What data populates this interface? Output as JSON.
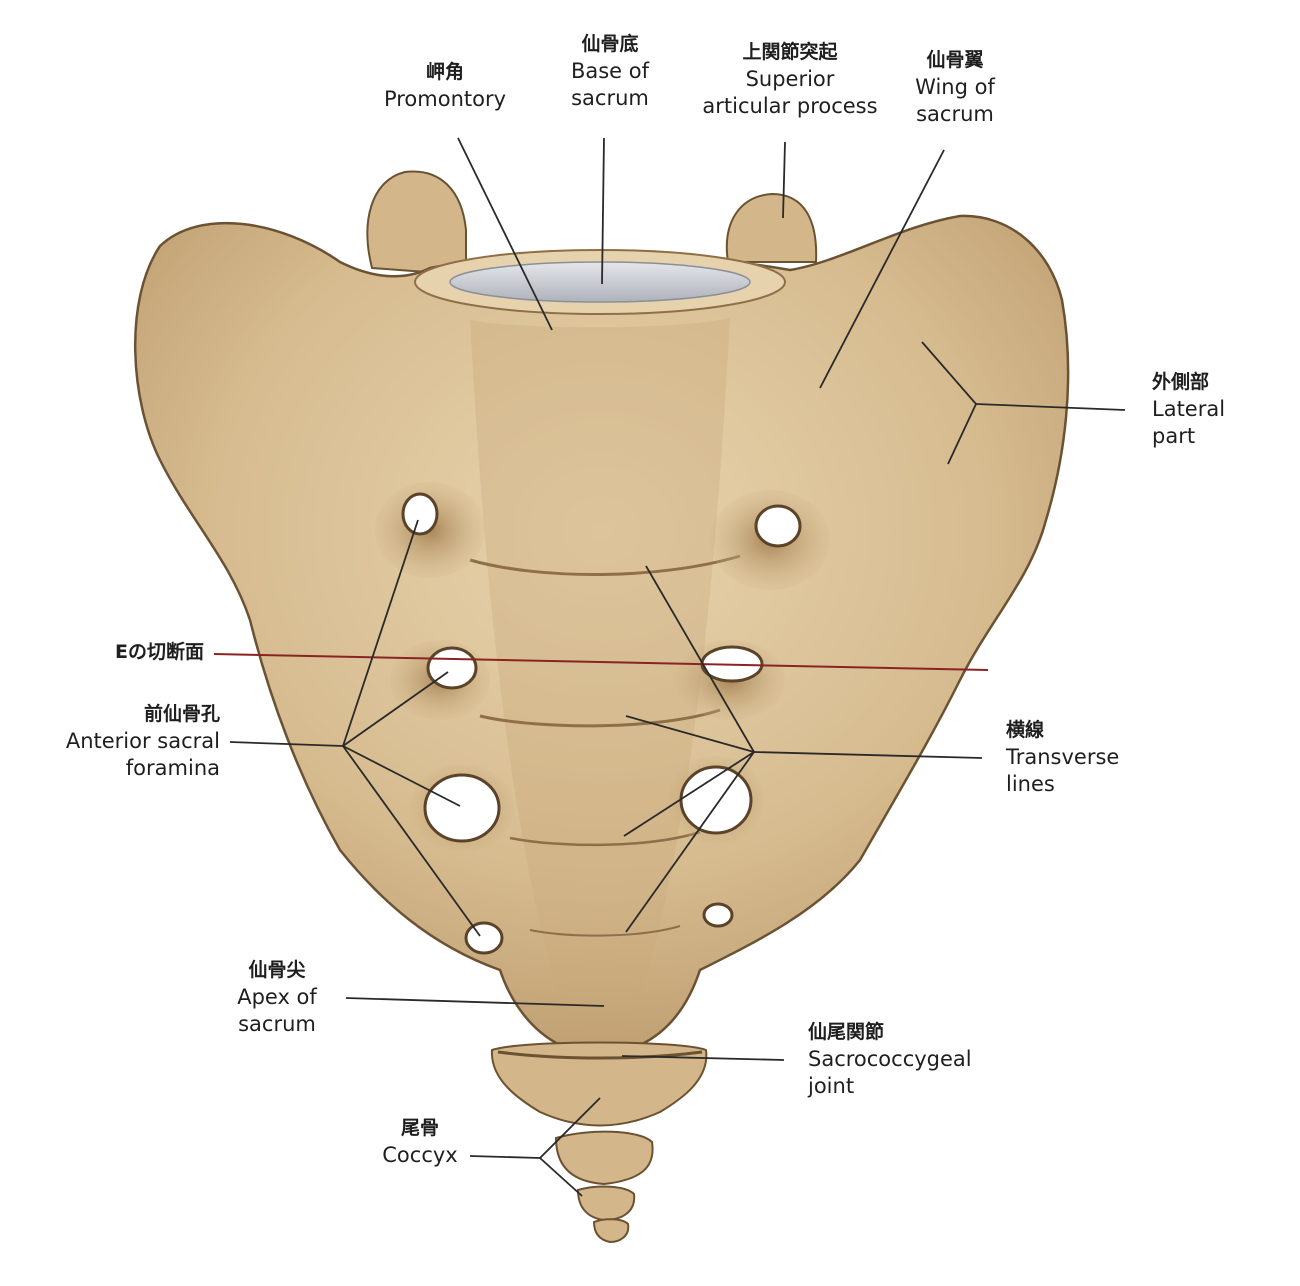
{
  "labels": {
    "promontory": {
      "jp": "岬角",
      "en": [
        "Promontory"
      ]
    },
    "base": {
      "jp": "仙骨底",
      "en": [
        "Base of",
        "sacrum"
      ]
    },
    "superior_articular": {
      "jp": "上関節突起",
      "en": [
        "Superior",
        "articular process"
      ]
    },
    "wing": {
      "jp": "仙骨翼",
      "en": [
        "Wing of",
        "sacrum"
      ]
    },
    "lateral_part": {
      "jp": "外側部",
      "en": [
        "Lateral",
        "part"
      ]
    },
    "section_e": {
      "jp": "Eの切断面"
    },
    "anterior_foramina": {
      "jp": "前仙骨孔",
      "en": [
        "Anterior sacral",
        "foramina"
      ]
    },
    "transverse_lines": {
      "jp": "横線",
      "en": [
        "Transverse",
        "lines"
      ]
    },
    "apex": {
      "jp": "仙骨尖",
      "en": [
        "Apex of",
        "sacrum"
      ]
    },
    "sacrococcygeal_joint": {
      "jp": "仙尾関節",
      "en": [
        "Sacrococcygeal",
        "joint"
      ]
    },
    "coccyx": {
      "jp": "尾骨",
      "en": [
        "Coccyx"
      ]
    }
  },
  "colors": {
    "bone": "#dcc39a",
    "bone_shadow": "#b8976a",
    "bone_dark": "#8f6f48",
    "cartilage": "#c9ccd2",
    "leader": "#2a2a2a",
    "section_line": "#8b2323"
  }
}
